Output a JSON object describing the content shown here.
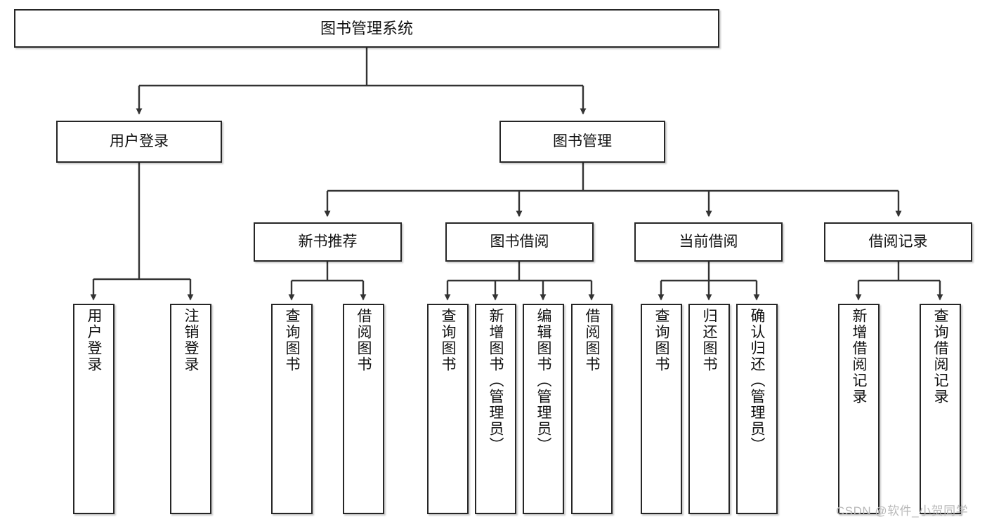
{
  "diagram": {
    "type": "tree",
    "title": "图书管理系统",
    "orientation": "top-down",
    "colors": {
      "node_border": "#262626",
      "node_fill": "#ffffff",
      "edge": "#333333",
      "text": "#111111",
      "watermark": "#b9b9b9",
      "background": "#ffffff"
    },
    "root": {
      "id": "root",
      "label": "图书管理系统"
    },
    "level1": [
      {
        "id": "user-login",
        "label": "用户登录"
      },
      {
        "id": "book-manage",
        "label": "图书管理"
      }
    ],
    "level2": [
      {
        "id": "new-book-rec",
        "label": "新书推荐",
        "parent": "book-manage"
      },
      {
        "id": "book-borrow",
        "label": "图书借阅",
        "parent": "book-manage"
      },
      {
        "id": "current-borrow",
        "label": "当前借阅",
        "parent": "book-manage"
      },
      {
        "id": "borrow-record",
        "label": "借阅记录",
        "parent": "book-manage"
      }
    ],
    "leaves": [
      {
        "id": "leaf-user-login",
        "label": "用户登录",
        "parent": "user-login"
      },
      {
        "id": "leaf-logout",
        "label": "注销登录",
        "parent": "user-login"
      },
      {
        "id": "leaf-query-book-1",
        "label": "查询图书",
        "parent": "new-book-rec"
      },
      {
        "id": "leaf-borrow-book-1",
        "label": "借阅图书",
        "parent": "new-book-rec"
      },
      {
        "id": "leaf-query-book-2",
        "label": "查询图书",
        "parent": "book-borrow"
      },
      {
        "id": "leaf-add-book",
        "label": "新增图书（管理员）",
        "parent": "book-borrow"
      },
      {
        "id": "leaf-edit-book",
        "label": "编辑图书（管理员）",
        "parent": "book-borrow"
      },
      {
        "id": "leaf-borrow-book-2",
        "label": "借阅图书",
        "parent": "book-borrow"
      },
      {
        "id": "leaf-query-book-3",
        "label": "查询图书",
        "parent": "current-borrow"
      },
      {
        "id": "leaf-return-book",
        "label": "归还图书",
        "parent": "current-borrow"
      },
      {
        "id": "leaf-confirm-return",
        "label": "确认归还（管理员）",
        "parent": "current-borrow"
      },
      {
        "id": "leaf-add-record",
        "label": "新增借阅记录",
        "parent": "borrow-record"
      },
      {
        "id": "leaf-query-record",
        "label": "查询借阅记录",
        "parent": "borrow-record"
      }
    ]
  },
  "watermark": {
    "text": "CSDN @软件_小贺同学"
  }
}
